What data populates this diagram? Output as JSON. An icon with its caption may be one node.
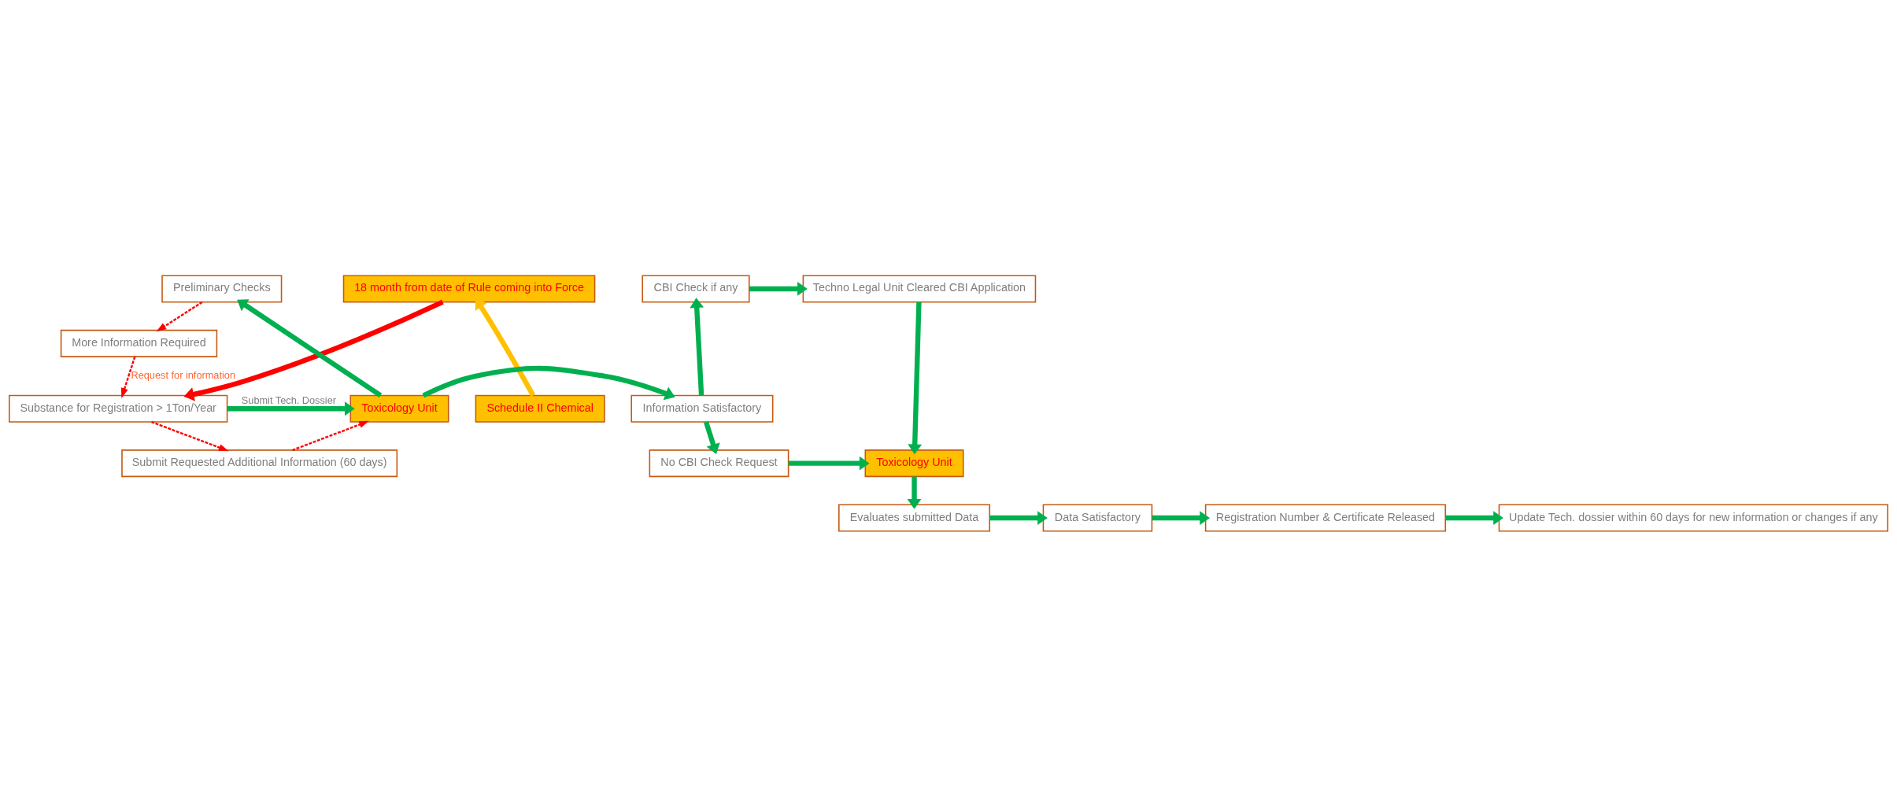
{
  "diagram": {
    "nodes": [
      {
        "text": [
          "More Information Required"
        ]
      },
      {
        "text": [
          "18 month from date of Rule coming into Force"
        ]
      },
      {
        "text": [
          "Preliminary Checks"
        ]
      },
      {
        "text": [
          "CBI Check if any"
        ]
      },
      {
        "text": [
          "Techno Legal Unit Cleared CBI Application"
        ]
      },
      {
        "text": [
          "Schedule II Chemical"
        ]
      },
      {
        "text": [
          "Substance for Registration > 1Ton/Year"
        ]
      },
      {
        "text": [
          "Toxicology Unit"
        ]
      },
      {
        "text": [
          "Information Satisfactory"
        ]
      },
      {
        "text": [
          "Toxicology Unit"
        ]
      },
      {
        "text": [
          "Submit Requested Additional Information (60 days)"
        ]
      },
      {
        "text": [
          "No CBI Check Request"
        ]
      },
      {
        "text": [
          "Update Tech. dossier within 60 days for new information or changes if any"
        ]
      },
      {
        "text": [
          "Registration Number & Certificate Released"
        ]
      },
      {
        "text": [
          "Data Satisfactory"
        ]
      },
      {
        "text": [
          "Evaluates submitted Data"
        ]
      }
    ],
    "edges": [
      {
        "from": 0,
        "to": 6,
        "arrow": "to",
        "style": "dashed",
        "color": "#ff0000",
        "label": "Request for information"
      },
      {
        "from": 2,
        "to": 0,
        "arrow": "to",
        "style": "dashed",
        "color": "#ff0000"
      },
      {
        "from": 1,
        "to": 6,
        "arrow": "to",
        "color": "#ff0000"
      },
      {
        "from": 5,
        "to": 1,
        "arrow": "to",
        "color": "#ffc000"
      },
      {
        "from": 6,
        "to": 7,
        "arrow": "to",
        "label": "Submit Tech. Dossier"
      },
      {
        "from": 6,
        "to": 10,
        "arrow": "to",
        "style": "dashed",
        "color": "#ff0000"
      },
      {
        "from": 10,
        "to": 7,
        "arrow": "to",
        "style": "dashed",
        "color": "#ff0000"
      },
      {
        "from": 7,
        "to": 2,
        "arrow": "to"
      },
      {
        "from": 7,
        "to": 8,
        "arrow": "to"
      },
      {
        "from": 8,
        "to": 3,
        "arrow": "to"
      },
      {
        "from": 3,
        "to": 4,
        "arrow": "to"
      },
      {
        "from": 8,
        "to": 11,
        "arrow": "to"
      },
      {
        "from": 11,
        "to": 9,
        "arrow": "to"
      },
      {
        "from": 4,
        "to": 9,
        "arrow": "to"
      },
      {
        "from": 9,
        "to": 15,
        "arrow": "to"
      },
      {
        "from": 15,
        "to": 14,
        "arrow": "to"
      },
      {
        "from": 14,
        "to": 13,
        "arrow": "to"
      },
      {
        "from": 13,
        "to": 12,
        "arrow": "to"
      }
    ]
  }
}
